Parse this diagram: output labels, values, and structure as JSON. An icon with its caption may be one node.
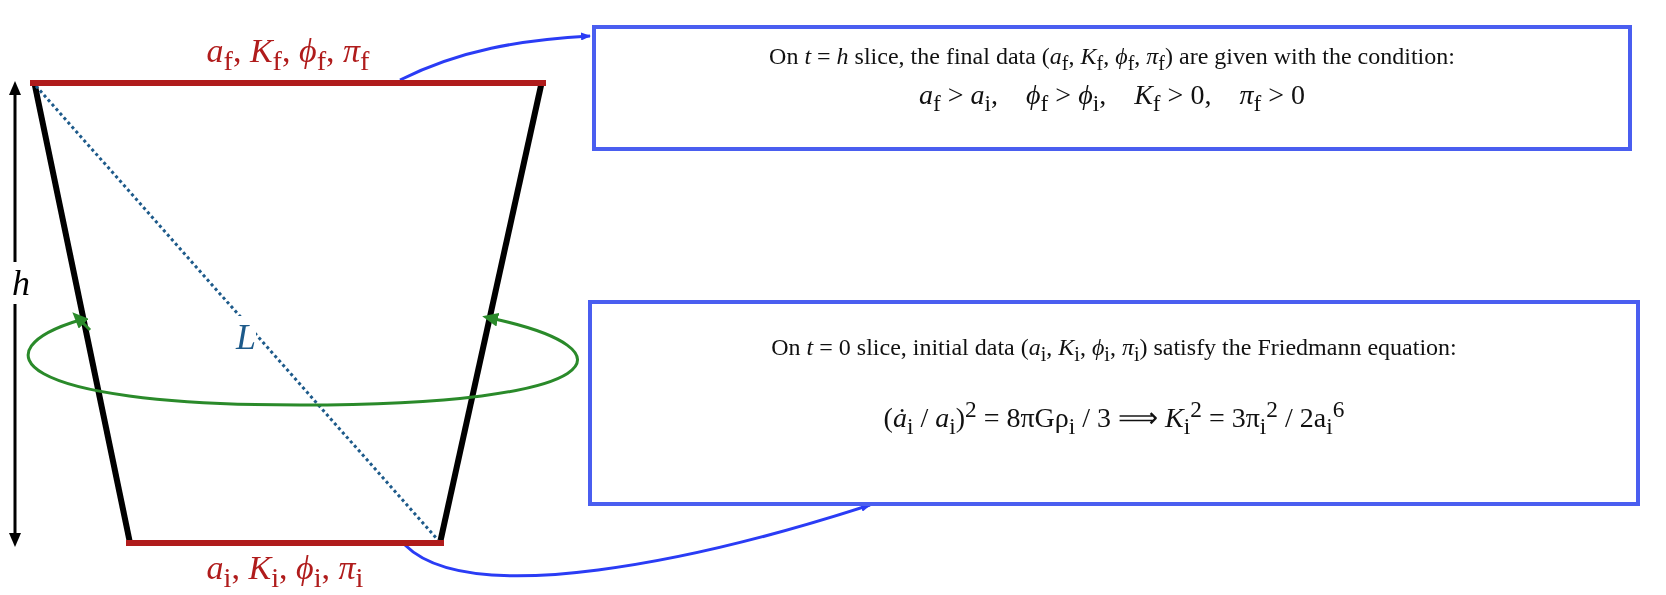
{
  "diagram": {
    "nodes": [
      {
        "text": [
          "*a*$_{f}$, *K*$_{f}$, *ϕ*$_{f}$, *π*$_{f}$"
        ]
      },
      {
        "text": [
          "On *t* = *h* slice, the final data (*a*$_{f}$, *K*$_{f}$, *ϕ*$_{f}$, *π*$_{f}$) are given with the condition:",
          "*a*$_{f}$ > *a*$_{i}$,    *ϕ*$_{f}$ > *ϕ*$_{i}$,    *K*$_{f}$ > 0,    *π*$_{f}$ > 0"
        ]
      },
      {
        "text": [
          "*a*$_{i}$, *K*$_{i}$, *ϕ*$_{i}$, *π*$_{i}$"
        ]
      },
      {
        "text": [
          "On *t* = 0 slice, initial data (*a*$_{i}$, *K*$_{i}$, *ϕ*$_{i}$, *π*$_{i}$) satisfy the Friedmann equation:",
          "(*ȧ*$_{i}$ / *a*$_{i}$)$^{2}$ = 8πGρ$_{i}$ / 3 ⟹ *K*$_{i}$$^{2}$ = 3π$_{i}$$^{2}$ / 2a$_{i}$$^{6}$"
        ]
      }
    ],
    "edges": [
      {
        "from": 0,
        "to": 1,
        "arrow": "to"
      },
      {
        "from": 2,
        "to": 3,
        "arrow": "to"
      }
    ],
    "labels": [
      "*h*",
      "*L*"
    ]
  }
}
